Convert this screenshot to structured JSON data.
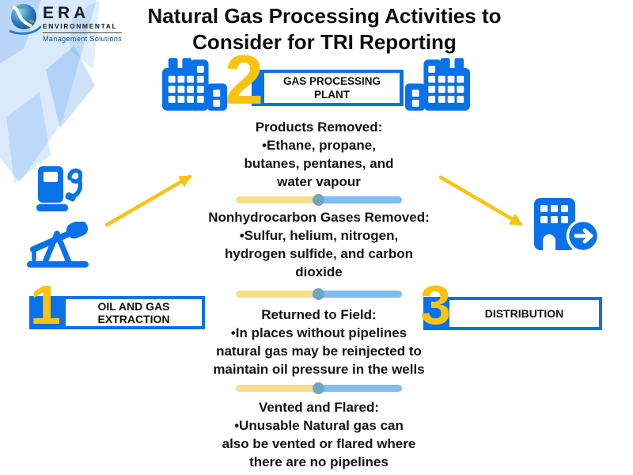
{
  "logo": {
    "brand": "ERA",
    "subtitle": "ENVIRONMENTAL",
    "tagline": "Management Solutions"
  },
  "title": {
    "line1": "Natural Gas Processing Activities to",
    "line2": "Consider for TRI Reporting"
  },
  "stages": [
    {
      "number": "1",
      "label_line1": "OIL AND GAS",
      "label_line2": "EXTRACTION"
    },
    {
      "number": "2",
      "label_line1": "GAS PROCESSING",
      "label_line2": "PLANT"
    },
    {
      "number": "3",
      "label_line1": "DISTRIBUTION",
      "label_line2": ""
    }
  ],
  "details": [
    {
      "heading": "Products Removed:",
      "line1": "•Ethane, propane,",
      "line2": "butanes, pentanes, and",
      "line3": "water vapour"
    },
    {
      "heading": "Nonhydrocarbon Gases Removed:",
      "line1": "•Sulfur, helium, nitrogen,",
      "line2": "hydrogen sulfide, and carbon",
      "line3": "dioxide"
    },
    {
      "heading": "Returned to Field:",
      "line1": "•In places without pipelines",
      "line2": "natural gas may be reinjected to",
      "line3": "maintain oil pressure in the wells"
    },
    {
      "heading": "Vented and Flared:",
      "line1": "•Unusable Natural gas can",
      "line2": "also be vented or flared where",
      "line3": "there are no pipelines"
    }
  ],
  "icons": {
    "left_top": "fuel-pump-icon",
    "left_bottom": "oil-pumpjack-icon",
    "center_left": "processing-plant-icon",
    "center_right": "processing-plant-icon-mirrored",
    "right": "distribution-building-icon",
    "flow": "yellow-arrow"
  },
  "colors": {
    "primary_blue": "#0a72e8",
    "accent_yellow": "#fcc211",
    "divider_yellow": "#f7df8b",
    "divider_blue": "#7fbdf3",
    "divider_dot": "#6fa6bf",
    "text": "#111111",
    "bg_shape_blue": "#a9ccf4"
  }
}
